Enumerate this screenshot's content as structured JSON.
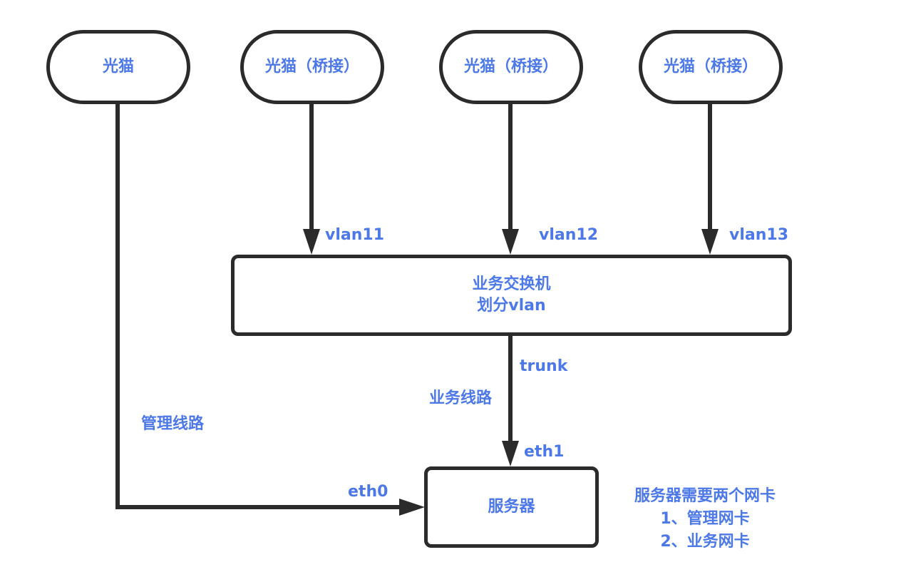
{
  "colors": {
    "text_accent": "#4d78e8",
    "stroke": "#2b2b2b",
    "background": "#ffffff"
  },
  "nodes": {
    "modem_main": "光猫",
    "modem_bridge_1": "光猫（桥接）",
    "modem_bridge_2": "光猫（桥接）",
    "modem_bridge_3": "光猫（桥接）",
    "switch_line1": "业务交换机",
    "switch_line2": "划分vlan",
    "server": "服务器"
  },
  "edge_labels": {
    "vlan11": "vlan11",
    "vlan12": "vlan12",
    "vlan13": "vlan13",
    "trunk": "trunk",
    "business_line": "业务线路",
    "eth1": "eth1",
    "management_line": "管理线路",
    "eth0": "eth0"
  },
  "note": {
    "line1": "服务器需要两个网卡",
    "line2": "1、管理网卡",
    "line3": "2、业务网卡"
  }
}
